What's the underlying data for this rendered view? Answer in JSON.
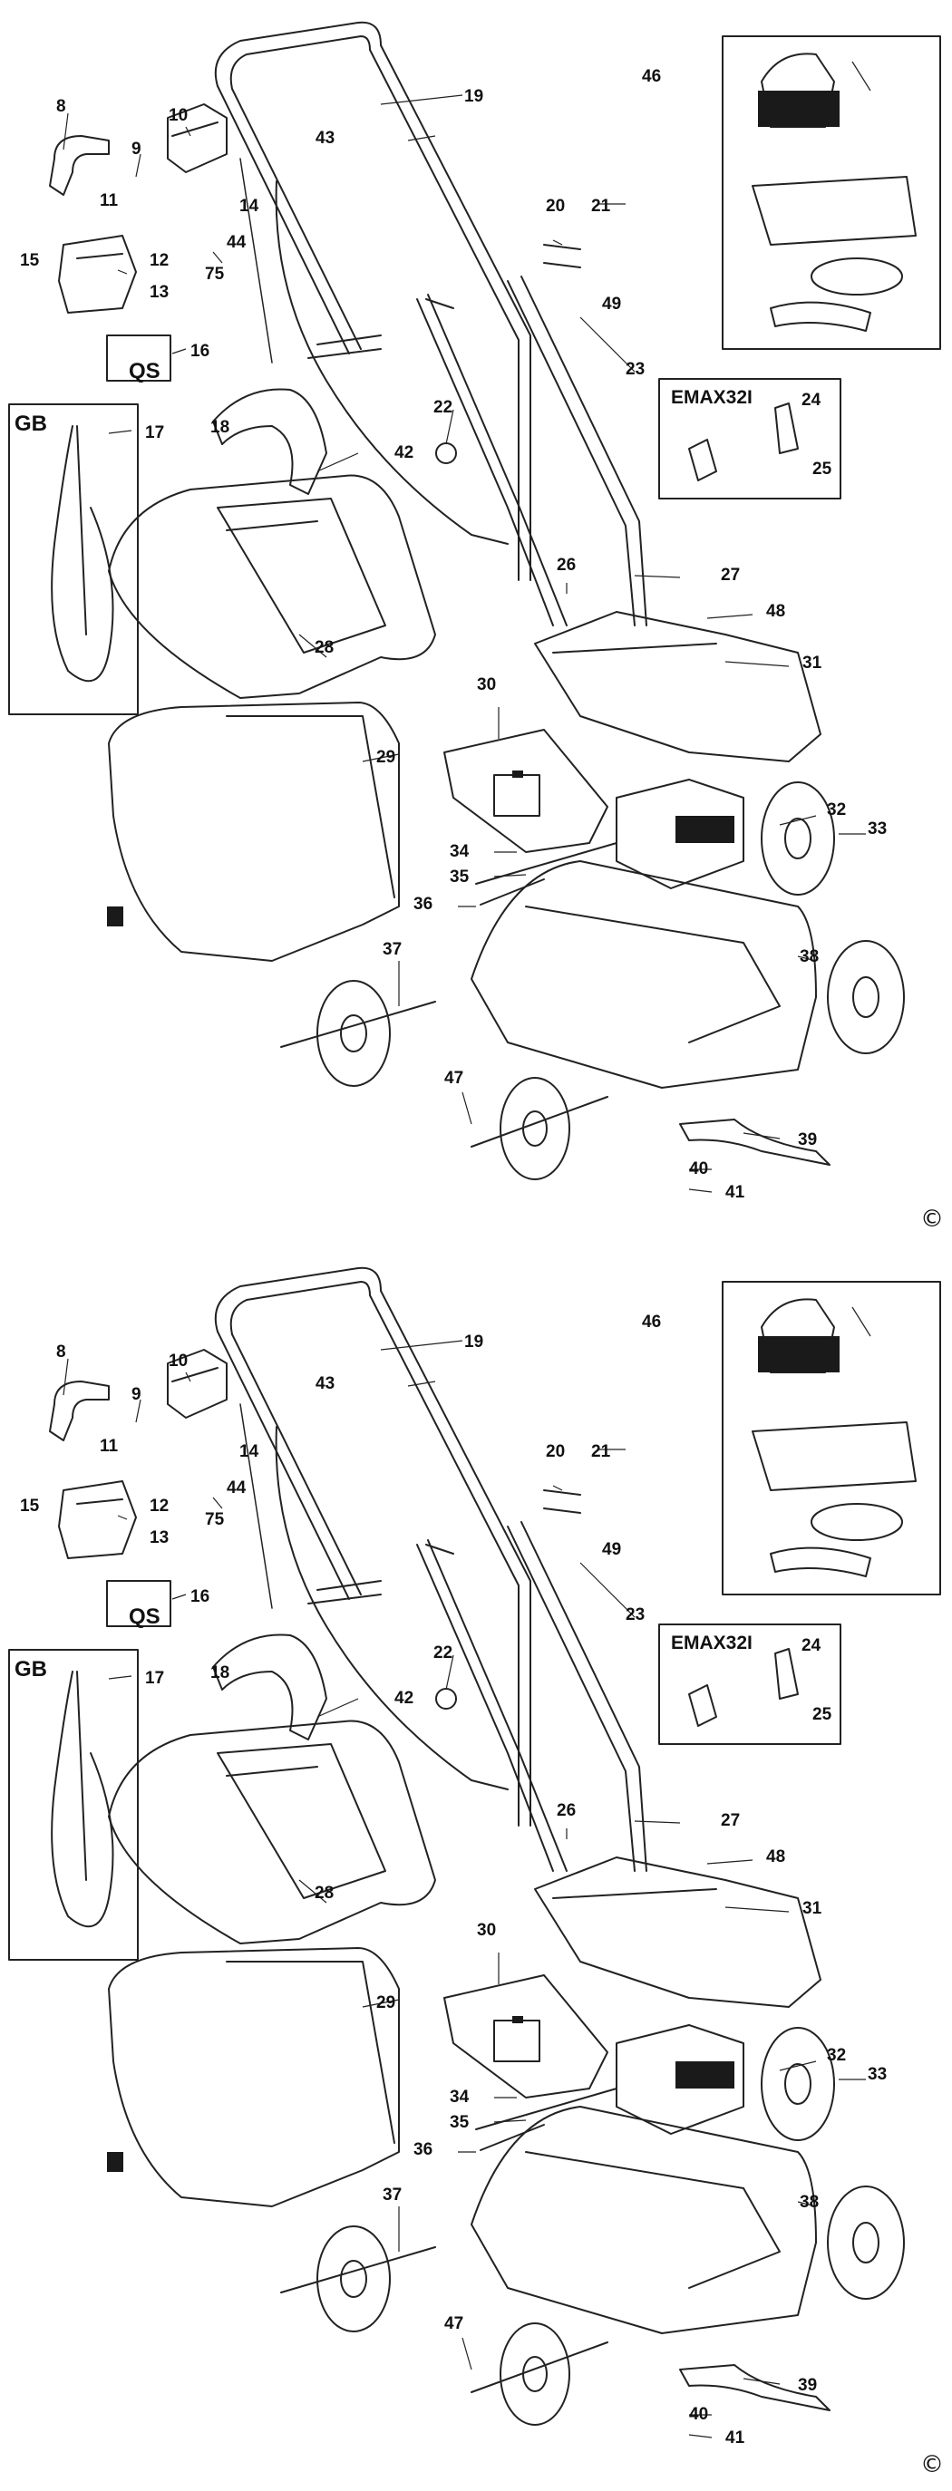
{
  "labels": {
    "n8": "8",
    "n9": "9",
    "n10": "10",
    "n11": "11",
    "n12": "12",
    "n13": "13",
    "n14": "14",
    "n15": "15",
    "n16": "16",
    "n17": "17",
    "n18": "18",
    "n19": "19",
    "n20": "20",
    "n21": "21",
    "n22": "22",
    "n23": "23",
    "n24": "24",
    "n25": "25",
    "n26": "26",
    "n27": "27",
    "n28": "28",
    "n29": "29",
    "n30": "30",
    "n31": "31",
    "n32": "32",
    "n33": "33",
    "n34": "34",
    "n35": "35",
    "n36": "36",
    "n37": "37",
    "n38": "38",
    "n39": "39",
    "n40": "40",
    "n41": "41",
    "n42": "42",
    "n43": "43",
    "n44": "44",
    "n46": "46",
    "n47": "47",
    "n48": "48",
    "n49": "49",
    "n75": "75",
    "qs": "QS",
    "gb": "GB",
    "emax": "EMAX32I"
  },
  "copyright": "©",
  "colors": {
    "line": "#222222",
    "fill_dark": "#1a1a1a",
    "fill_light": "#ffffff"
  }
}
